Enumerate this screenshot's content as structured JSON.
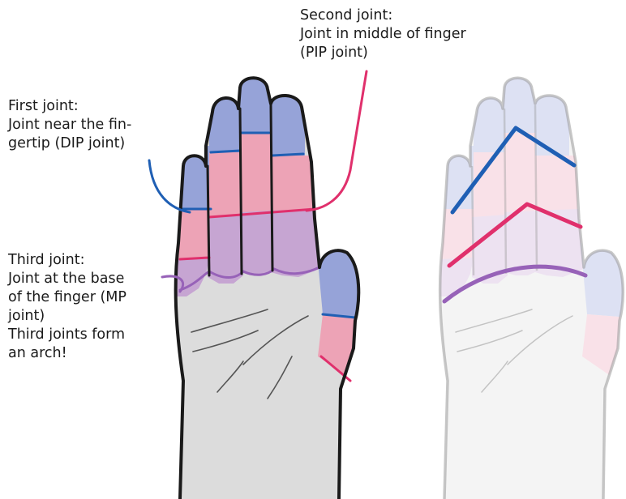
{
  "labels": {
    "second": [
      "Second joint:",
      "Joint in middle of finger",
      "(PIP joint)"
    ],
    "first": [
      "First joint:",
      "Joint near the fin-",
      "gertip (DIP joint)"
    ],
    "third": [
      "Third joint:",
      "Joint at the base",
      "of the finger (MP",
      "joint)",
      "Third joints form",
      "an arch!"
    ]
  },
  "colors": {
    "distal": "#96a3d8",
    "middle": "#eda3b6",
    "proximal": "#c6a5d2",
    "palm": "#dcdcdc",
    "dip_line": "#1f5fb4",
    "pip_line": "#e0306c",
    "mp_line": "#9762b8"
  }
}
